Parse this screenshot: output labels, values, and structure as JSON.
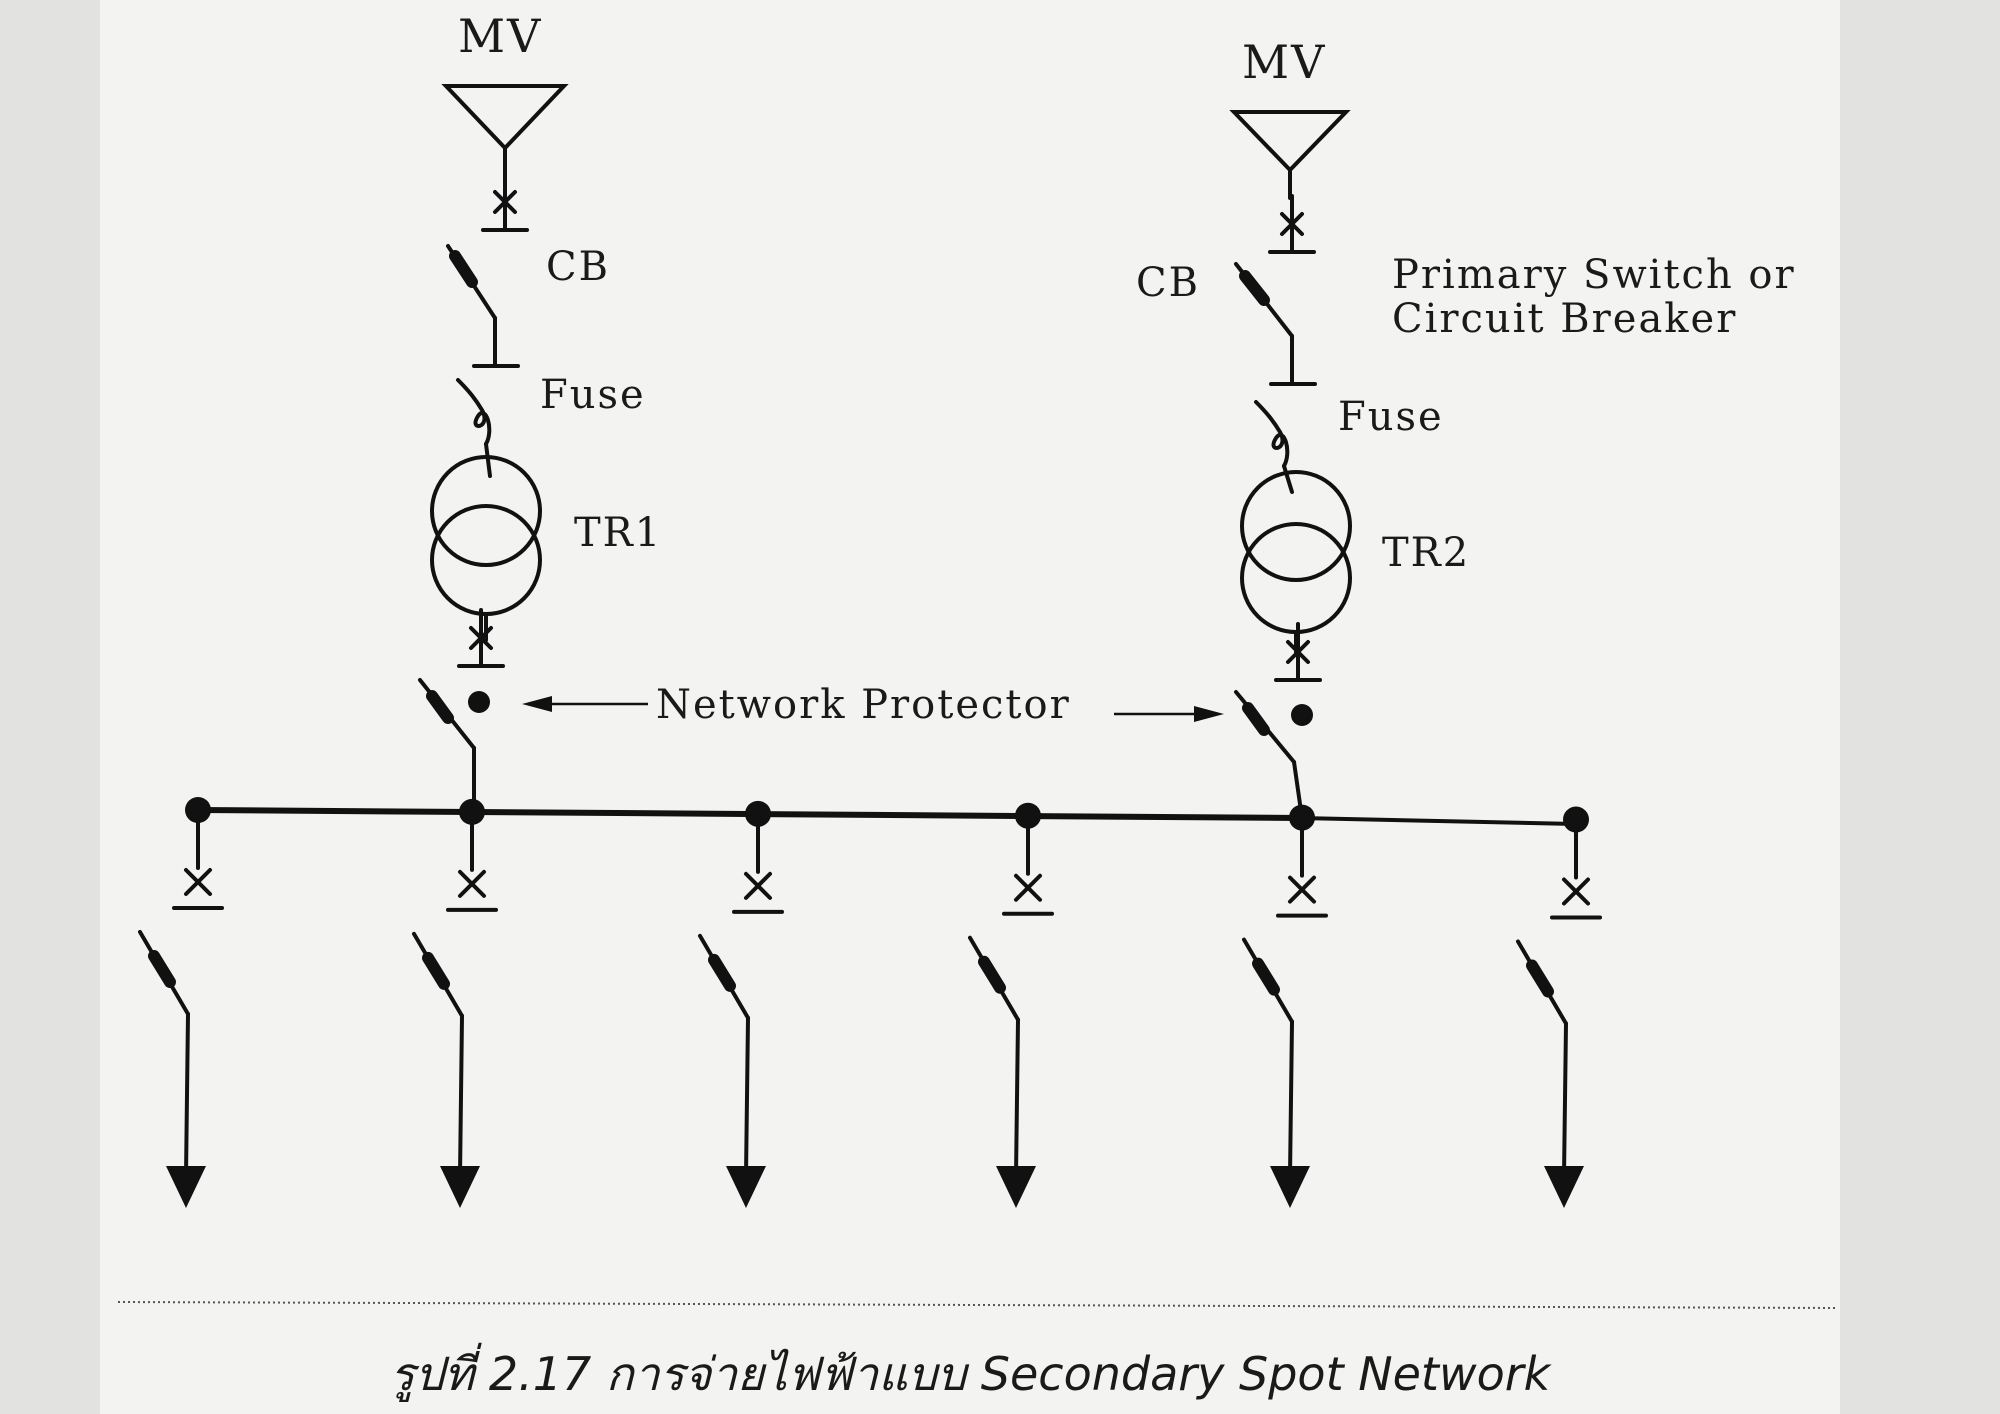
{
  "diagram": {
    "sources": [
      {
        "label": "MV"
      },
      {
        "label": "MV"
      }
    ],
    "feeders": [
      {
        "cb_label": "CB",
        "fuse_label": "Fuse",
        "transformer_label": "TR1"
      },
      {
        "cb_label": "CB",
        "fuse_label": "Fuse",
        "transformer_label": "TR2"
      }
    ],
    "primary_switch_label": [
      "Primary Switch or",
      "Circuit Breaker"
    ],
    "network_protector_label": "Network Protector",
    "load_count": 6
  },
  "caption": "รูปที่ 2.17  การจ่ายไฟฟ้าแบบ  Secondary Spot Network"
}
